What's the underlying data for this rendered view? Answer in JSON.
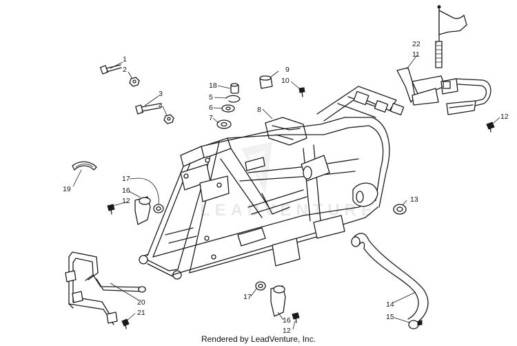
{
  "watermark": "LEADVENTURE",
  "footer": "Rendered by LeadVenture, Inc.",
  "callouts": {
    "c1": "1",
    "c2": "2",
    "c3": "3",
    "c4": "4",
    "c5": "5",
    "c6": "6",
    "c7": "7",
    "c8": "8",
    "c9": "9",
    "c10": "10",
    "c11": "11",
    "c12a": "12",
    "c12b": "12",
    "c12c": "12",
    "c13": "13",
    "c14": "14",
    "c15": "15",
    "c16a": "16",
    "c16b": "16",
    "c17a": "17",
    "c17b": "17",
    "c18": "18",
    "c19": "19",
    "c20": "20",
    "c21": "21",
    "c22": "22"
  },
  "colors": {
    "line": "#1a1a1a",
    "watermark": "#cfcfcf",
    "background": "#ffffff"
  }
}
